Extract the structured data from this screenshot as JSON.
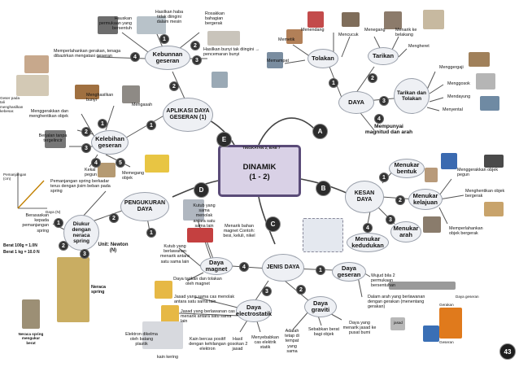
{
  "center": {
    "tag": "TINGKATAN 2, BAB 7",
    "title": "DINAMIK",
    "subtitle": "(1 - 2)"
  },
  "page_number": "43",
  "branch_letters": {
    "a": "A",
    "b": "B",
    "c": "C",
    "d": "D",
    "e": "E"
  },
  "nodes": {
    "aplikasi": "APLIKASI DAYA GESERAN (1)",
    "kebunnan": "Kebunnan geseran",
    "kelebihan": "Kelebihan geseran",
    "pengukuran": "PENGUKURAN DAYA",
    "diukur": "Diukur dengan neraca spring",
    "jenis": "JENIS DAYA",
    "daya_magnet": "Daya magnet",
    "daya_elektro": "Daya electrostatik",
    "daya_graviti": "Daya graviti",
    "daya_geseran": "Daya geseran",
    "kesan": "KESAN DAYA",
    "menukar_bentuk": "Menukar bentuk",
    "menukar_kelajuan": "Menukar kelajuan",
    "menukar_arah": "Menukar arah",
    "menukar_kedudukan": "Menukar kedudukan",
    "daya": "DAYA",
    "tolakan": "Tolakan",
    "tarikan": "Tarikan",
    "tarikan_tolakan": "Tarikan dan Tolakan",
    "mempunyai": "Mempunyai magnitud dan arah"
  },
  "labels": {
    "hasilkan_haba": "Hasilkan haba tidak diingini dalam mesin",
    "haus_permukaan": "Hauskan permukaan yang bersentuh",
    "rosakkan": "Rosakkan bahagian bergerak",
    "bunyi": "Hasilkan bunyi tak diingini → pencemaran bunyi",
    "memperlahankan_gerakan": "Memperlahankan gerakan, tenaga dibazirkan mengatasi geseran",
    "geser_pada": "Geser pada tali menghasilkan kebesar.",
    "menghasilkan_bunyi": "Menghasilkan bunyi",
    "mengasah": "Mengasah",
    "menggerakkan": "Menggerakkan dan menghentikan objek",
    "berjalan": "Berjalan tanpa tergelincir",
    "kekal_pegun": "Kekal pegun",
    "memegang": "Memegang objek",
    "pemanjangan_cm": "Pemanjangan (cm)",
    "pemanjangan_spring": "Pemanjangan spring berkadar terus dengan jisim beban pada spring",
    "daya_n": "Daya (N)",
    "berasaskan": "Berasaskan kepada pemanjangan spring",
    "unit": "Unit: Newton (N)",
    "berat_100g": "Berat 100g = 1.0N",
    "berat_1kg": "Berat 1 kg = 10.0 N",
    "neraca_spring": "Neraca spring",
    "neraca_mampatan": "Neraca spring mengukur berat",
    "kutub_sama": "Kutub yang sama menolak antara satu sama lain",
    "menarik_bahan": "Menarik bahan magnet Contoh: besi, keluli, nikel",
    "kutub_berlawanan": "Kutub yang berlawanan menarik antara satu sama lain",
    "daya_tarikan": "Daya tarikan dan tolakan oleh magnet",
    "jasad_sama": "Jasad yang sama cas menolak antara satu sama lain",
    "jasad_berlawanan": "Jasad yang berlawanan cas menarik antara satu sama lain",
    "elektron": "Elektron dikelma oleh batang plastik",
    "kain_bercas": "Kain bercas positif dengan kehilangan elektron",
    "kain_kering": "kain kering",
    "hasil_gosokan": "Hasil gosokan 2 jasad",
    "menyebabkan": "Menyebabkan cas elektrik statik",
    "adalah_tetap": "Adalah tetap di tempat yang sama",
    "sebabkan_berat": "Sebabkan berat bagi objek",
    "daya_menarik": "Daya yang menarik jasad ke pusat bumi",
    "jasad": "jasad",
    "objek_bila": "Wujud bila 2 permukaan bersentuhan",
    "dalam_arah": "Dalam arah yang berlawanan dengan gerakan (menentang gerakan)",
    "daya_geseran_lbl": "Daya geseran",
    "gerakan": "Gerakan",
    "geseran": "Geseran",
    "menggerakkan_objek": "Menggerakkan objek pegun",
    "menghentikan": "Menghentikan objek bergerak",
    "memperlahankan_objek": "Memperlahankan objek bergerak",
    "memetik": "Memetik",
    "memampat": "Memampat",
    "menendang": "Menendang",
    "mencucuk": "Mencucuk",
    "menegang": "Menegang",
    "menarik_ke_belakang": "Menarik ke belakang",
    "mengheret": "Mengheret",
    "menggergaji": "Menggergaji",
    "menggosok": "Menggosok",
    "mendayung": "Mendayung",
    "menyental": "Menyental"
  },
  "colors": {
    "node_fill": "#eef0f4",
    "center_fill": "#d9d1e6",
    "center_border": "#5a4b78",
    "line": "#444444",
    "badge": "#2c2c2c"
  }
}
